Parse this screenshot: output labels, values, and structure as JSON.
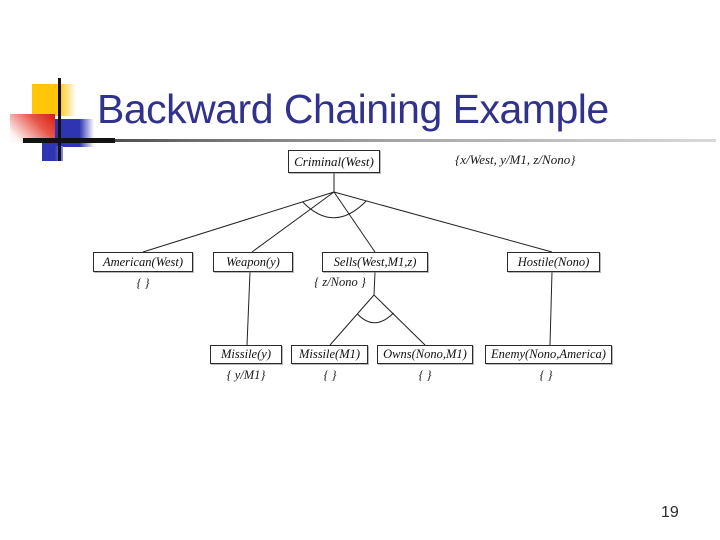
{
  "slide": {
    "title": "Backward Chaining Example",
    "page_number": "19",
    "title_color": "#31318e"
  },
  "tree": {
    "root": {
      "label": "Criminal(West)",
      "substitution": "{x/West, y/M1, z/Nono}"
    },
    "level2": [
      {
        "label": "American(West)",
        "substitution": "{ }"
      },
      {
        "label": "Weapon(y)",
        "substitution": ""
      },
      {
        "label": "Sells(West,M1,z)",
        "substitution": "{ z/Nono }"
      },
      {
        "label": "Hostile(Nono)",
        "substitution": ""
      }
    ],
    "level3": [
      {
        "label": "Missile(y)",
        "substitution": "{ y/M1}"
      },
      {
        "label": "Missile(M1)",
        "substitution": "{ }"
      },
      {
        "label": "Owns(Nono,M1)",
        "substitution": "{ }"
      },
      {
        "label": "Enemy(Nono,America)",
        "substitution": "{ }"
      }
    ]
  }
}
